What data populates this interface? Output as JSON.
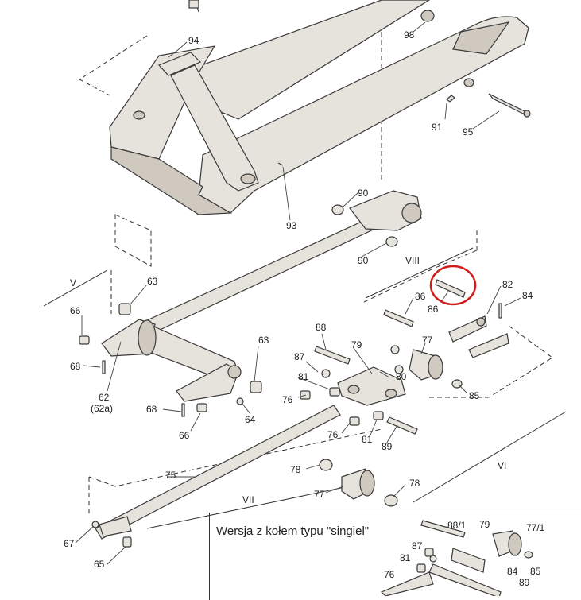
{
  "diagram": {
    "variant_title": "Wersja z kołem typu \"singiel\"",
    "groups": [
      "V",
      "VI",
      "VII",
      "VIII"
    ],
    "labels": {
      "94": "94",
      "98": "98",
      "91": "91",
      "95": "95",
      "93": "93",
      "90a": "90",
      "90b": "90",
      "63a": "63",
      "63b": "63",
      "66a": "66",
      "66b": "66",
      "68a": "68",
      "68b": "68",
      "62": "62",
      "62a": "(62a)",
      "64": "64",
      "88": "88",
      "79": "79",
      "77": "77",
      "86a": "86",
      "86b": "86",
      "82": "82",
      "84": "84",
      "85": "85",
      "87": "87",
      "81a": "81",
      "81b": "81",
      "80": "80",
      "76a": "76",
      "76b": "76",
      "89": "89",
      "78a": "78",
      "78b": "78",
      "77b": "77",
      "75": "75",
      "67": "67",
      "65": "65",
      "881": "88/1",
      "791": "79",
      "771": "77/1",
      "87s": "87",
      "81s": "81",
      "76s": "76",
      "84s": "84",
      "85s": "85",
      "89s": "89"
    },
    "highlight": {
      "part": "86",
      "color": "#d11a1a"
    },
    "colors": {
      "part_fill": "#e6e2dc",
      "line": "#3a3a3a"
    }
  }
}
